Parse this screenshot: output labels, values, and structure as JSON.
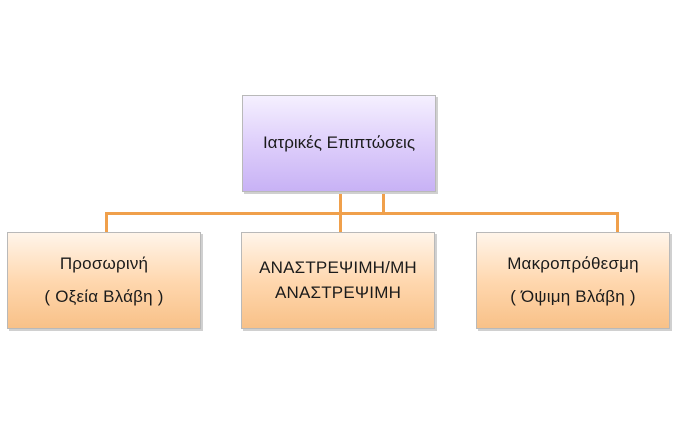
{
  "diagram": {
    "root": {
      "label": "Ιατρικές Επιπτώσεις"
    },
    "children": [
      {
        "line1": "Προσωρινή",
        "line2": "( Οξεία Βλάβη )"
      },
      {
        "line1": "ΑΝΑΣΤΡΕΨΙΜΗ/ΜΗ",
        "line2": "ΑΝΑΣΤΡΕΨΙΜΗ"
      },
      {
        "line1": "Μακροπρόθεσμη",
        "line2": "( Όψιμη Βλάβη )"
      }
    ]
  }
}
